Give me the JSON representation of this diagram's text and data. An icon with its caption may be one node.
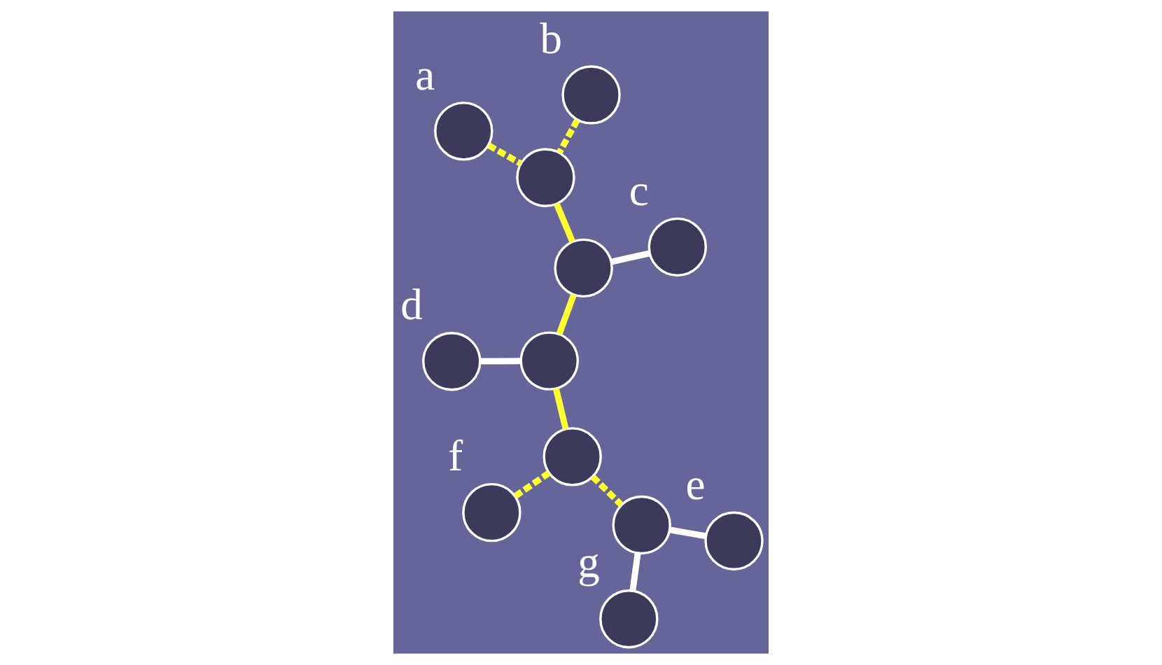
{
  "diagram": {
    "nodes": [
      {
        "text": [],
        "shape": "circle",
        "beside": [
          "a"
        ]
      },
      {
        "text": [],
        "shape": "circle",
        "beside": [
          "b"
        ]
      },
      {
        "text": [],
        "shape": "circle"
      },
      {
        "text": [],
        "shape": "circle"
      },
      {
        "text": [],
        "shape": "circle",
        "beside": [
          "c"
        ]
      },
      {
        "text": [],
        "shape": "circle"
      },
      {
        "text": [],
        "shape": "circle",
        "beside": [
          "d"
        ]
      },
      {
        "text": [],
        "shape": "circle"
      },
      {
        "text": [],
        "shape": "circle",
        "beside": [
          "f"
        ]
      },
      {
        "text": [],
        "shape": "circle"
      },
      {
        "text": [],
        "shape": "circle",
        "beside": [
          "e"
        ]
      },
      {
        "text": [],
        "shape": "circle",
        "beside": [
          "g"
        ]
      }
    ],
    "edges": [
      {
        "from": 0,
        "to": 2,
        "arrow": "none",
        "style": "dashed"
      },
      {
        "from": 1,
        "to": 2,
        "arrow": "none",
        "style": "dashed"
      },
      {
        "from": 2,
        "to": 3,
        "arrow": "none"
      },
      {
        "from": 3,
        "to": 4,
        "arrow": "none",
        "color": "#ffffff"
      },
      {
        "from": 3,
        "to": 5,
        "arrow": "none"
      },
      {
        "from": 5,
        "to": 6,
        "arrow": "none",
        "color": "#ffffff"
      },
      {
        "from": 5,
        "to": 7,
        "arrow": "none"
      },
      {
        "from": 7,
        "to": 8,
        "arrow": "none",
        "style": "dashed"
      },
      {
        "from": 7,
        "to": 9,
        "arrow": "none",
        "style": "dashed"
      },
      {
        "from": 9,
        "to": 10,
        "arrow": "none",
        "color": "#ffffff"
      },
      {
        "from": 9,
        "to": 11,
        "arrow": "none",
        "color": "#ffffff"
      }
    ]
  }
}
